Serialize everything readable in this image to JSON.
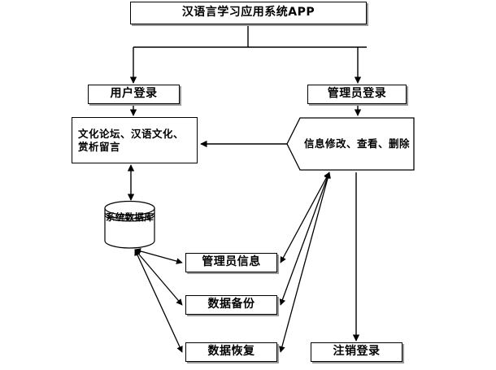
{
  "diagram": {
    "title": "汉语言学习应用系统APP",
    "nodes": {
      "title": "汉语言学习应用系统APP",
      "user_login": "用户登录",
      "admin_login": "管理员登录",
      "user_functions": "文化论坛、汉语文化、赏析留言",
      "admin_functions": "信息修改、查看、删除",
      "database": "系统数据库",
      "admin_info": "管理员信息",
      "data_backup": "数据备份",
      "data_restore": "数据恢复",
      "logout": "注销登录"
    },
    "colors": {
      "stroke": "#000000",
      "fill": "#ffffff",
      "shadow": "#9a9a9a",
      "background": "#ffffff"
    }
  }
}
